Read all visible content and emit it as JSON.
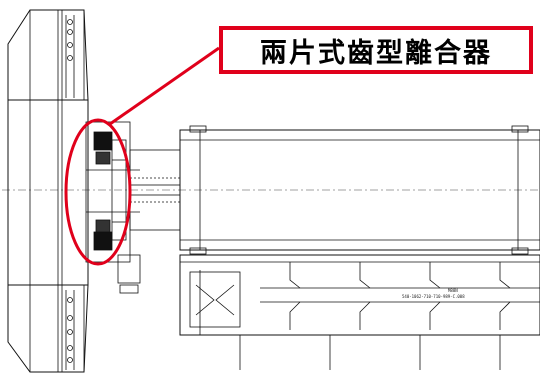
{
  "callout": {
    "label": "兩片式齒型離合器",
    "accent_color": "#e0001b"
  },
  "drawing": {
    "tag": "M88N",
    "part_number": "540-1062-710-710-989-C.008"
  }
}
